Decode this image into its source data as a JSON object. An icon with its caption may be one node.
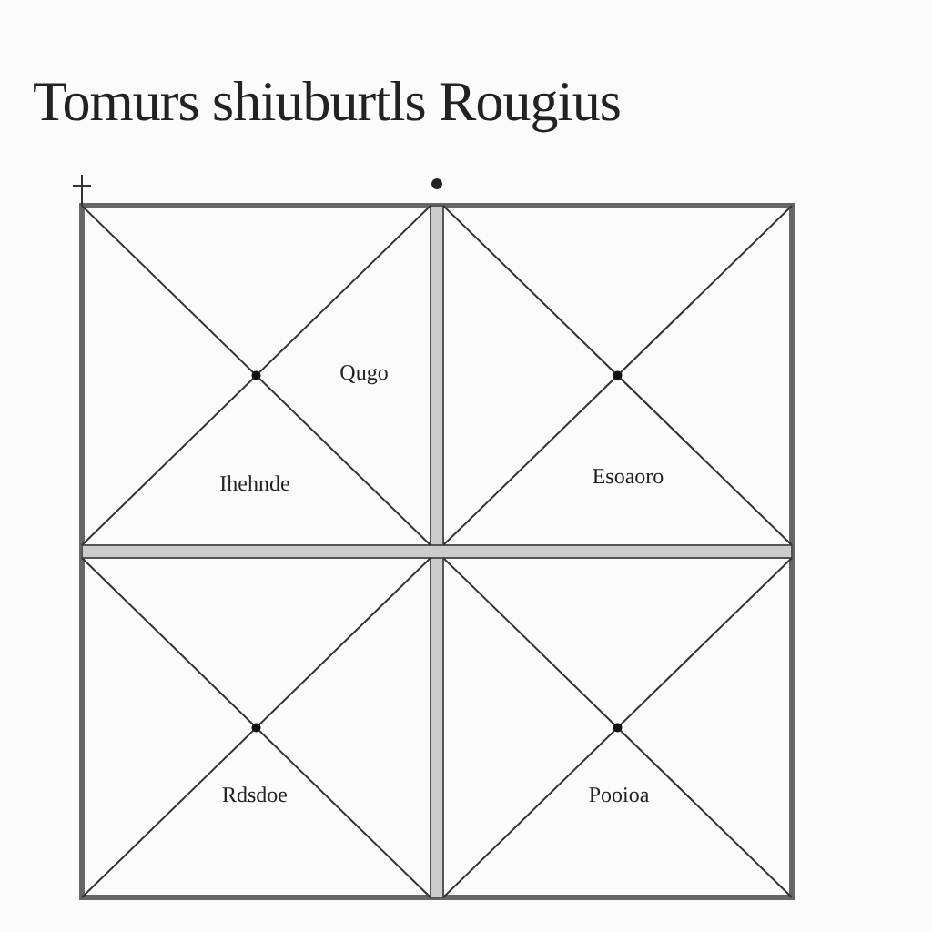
{
  "diagram": {
    "title": "Tomurs shiuburtls Rougius",
    "labels": [
      "Qugo",
      "Ihehnde",
      "Esoaoro",
      "Rdsdoe",
      "Pooioa"
    ]
  }
}
